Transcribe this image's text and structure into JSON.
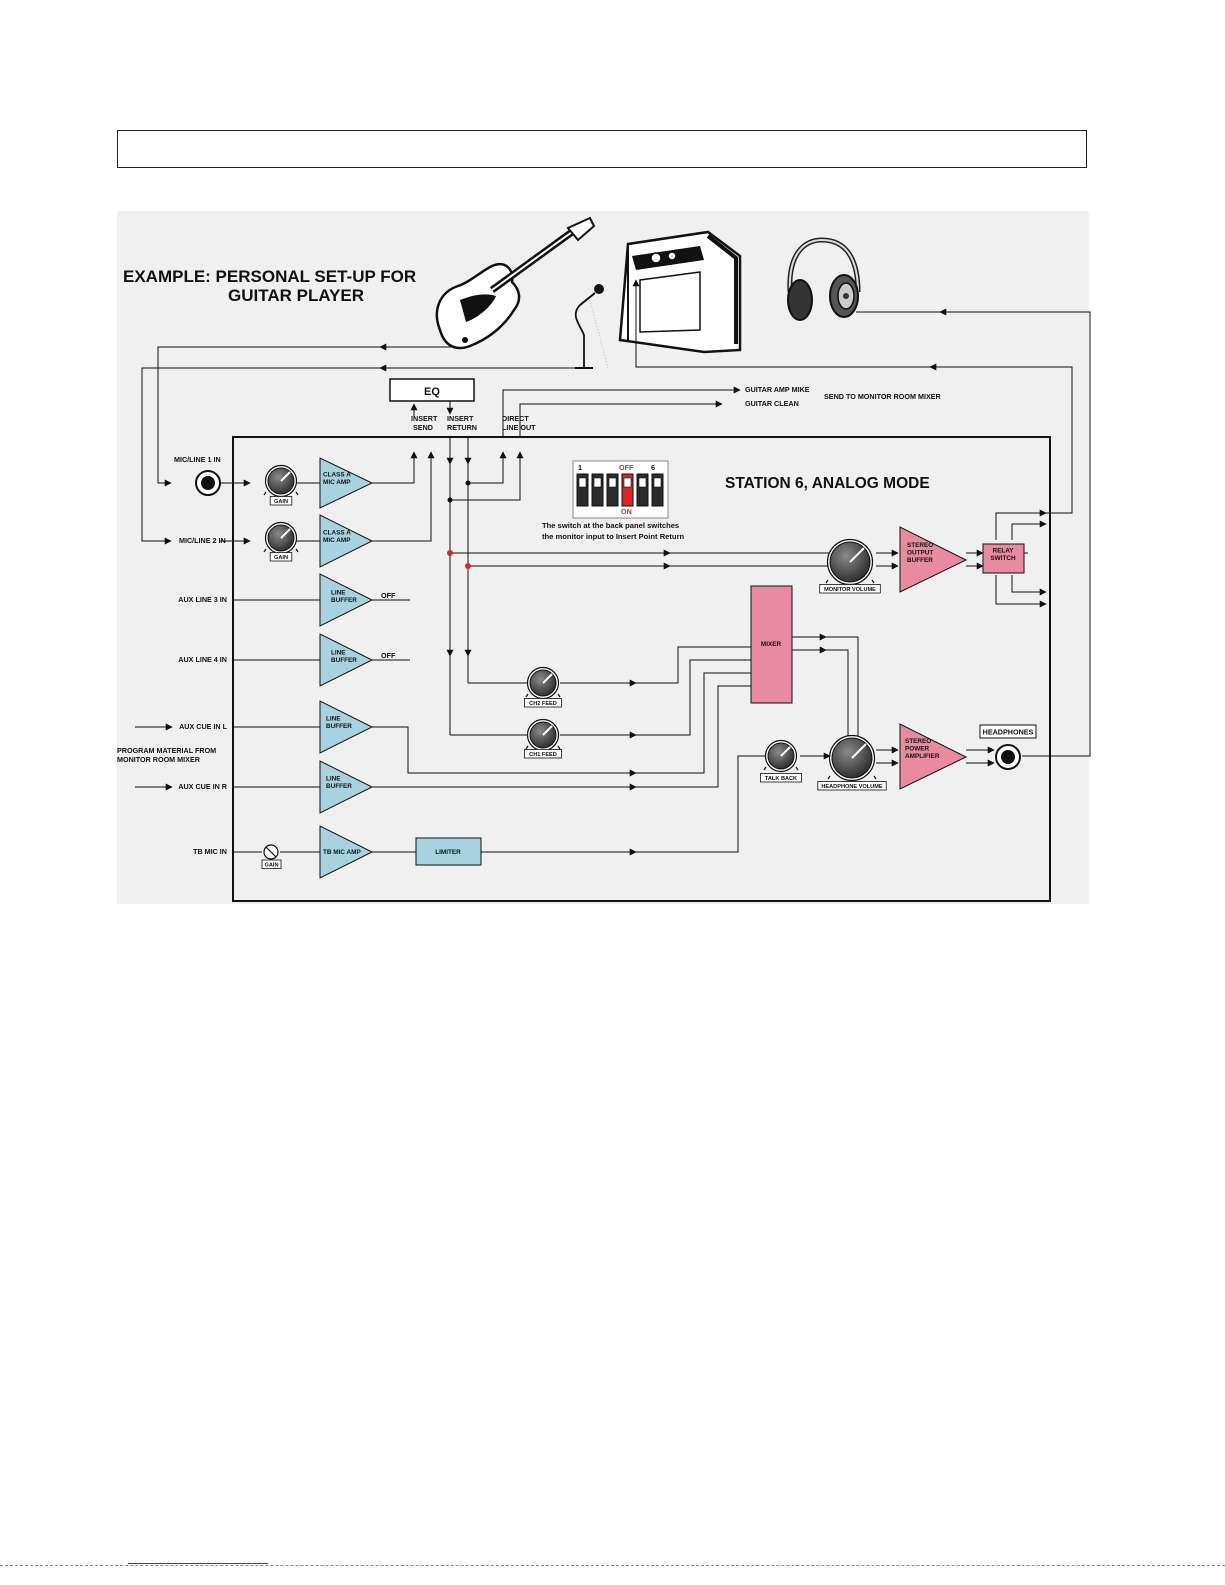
{
  "header": {
    "text": ""
  },
  "example_title": {
    "line1": "EXAMPLE:    PERSONAL SET-UP FOR",
    "line2": "GUITAR PLAYER"
  },
  "station_title": "STATION 6, ANALOG MODE",
  "eq_label": "EQ",
  "insert_send": {
    "line1": "INSERT",
    "line2": "SEND"
  },
  "insert_return": {
    "line1": "INSERT",
    "line2": "RETURN"
  },
  "direct_line_out": {
    "line1": "DIRECT",
    "line2": "LINE OUT"
  },
  "guitar_amp_mike": "GUITAR AMP MIKE",
  "guitar_clean": "GUITAR CLEAN",
  "send_to_monitor": "SEND TO MONITOR ROOM MIXER",
  "inputs": {
    "mic_line_1": "MIC/LINE 1 IN",
    "mic_line_2": "MIC/LINE 2 IN",
    "aux_line_3": "AUX LINE 3 IN",
    "aux_line_4": "AUX LINE 4 IN",
    "aux_cue_l": "AUX CUE IN L",
    "aux_cue_r": "AUX CUE IN R",
    "tb_mic": "TB MIC IN"
  },
  "program_material": {
    "line1": "PROGRAM MATERIAL FROM",
    "line2": "MONITOR ROOM MIXER"
  },
  "blocks": {
    "class_a_1": "CLASS A|MIC AMP",
    "class_a_2": "CLASS A|MIC AMP",
    "line_buffer_3": "LINE|BUFFER",
    "line_buffer_4": "LINE|BUFFER",
    "line_buffer_l": "LINE|BUFFER",
    "line_buffer_r": "LINE|BUFFER",
    "tb_mic_amp": "TB MIC AMP",
    "limiter": "LIMITER",
    "mixer": "MIXER",
    "stereo_output_buffer": "STEREO|OUTPUT|BUFFER",
    "stereo_power_amp": "STEREO|POWER|AMPLIFIER",
    "relay_switch": "RELAY|SWITCH"
  },
  "off_label": "OFF",
  "knobs": {
    "gain": "GAIN",
    "monitor_volume": "MONITOR VOLUME",
    "ch2_feed": "CH2 FEED",
    "ch1_feed": "CH1 FEED",
    "talk_back": "TALK BACK",
    "headphone_volume": "HEADPHONE VOLUME"
  },
  "headphones_label": "HEADPHONES",
  "dip_switch": {
    "label_1": "1",
    "label_off": "OFF",
    "label_6": "6",
    "label_on": "ON",
    "caption_line1": "The switch at the back panel switches",
    "caption_line2": "the monitor input to Insert Point Return"
  },
  "colors": {
    "blue_block": "#a9d2e0",
    "pink_block": "#e88aa0",
    "switch_red": "#d62828",
    "panel_bg": "#f0f0f0"
  }
}
